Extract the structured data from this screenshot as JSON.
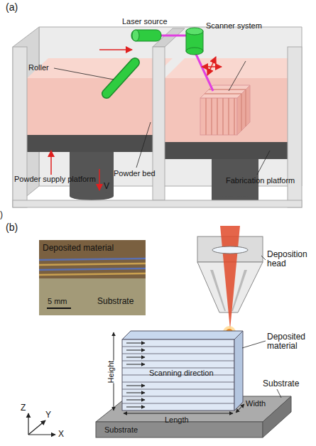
{
  "diagram": {
    "nodes": [
      {
        "text": [
          "Deposited material",
          "5 mm",
          "Substrate"
        ]
      },
      {
        "text": [
          "Scanning direction"
        ]
      },
      {
        "text": [
          "Substrate"
        ]
      }
    ],
    "labels": [
      "(a)",
      "Laser source",
      "Scanner system",
      "Roller",
      "Powder supply platform",
      "Powder bed",
      "V",
      "Fabrication platform",
      ")",
      "(b)",
      "Deposition head",
      "Deposited material",
      "Height",
      "Length",
      "Width",
      "Substrate",
      "Z",
      "Y",
      "X"
    ]
  }
}
